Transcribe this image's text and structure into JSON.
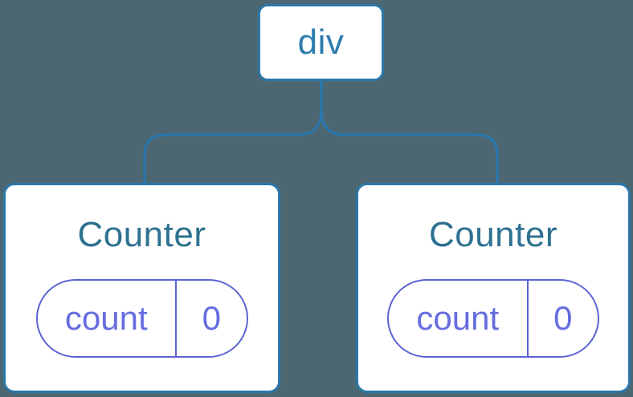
{
  "diagram": {
    "type": "component-tree",
    "root_node": {
      "label": "div"
    },
    "children": [
      {
        "title": "Counter",
        "state_key": "count",
        "state_value": "0"
      },
      {
        "title": "Counter",
        "state_key": "count",
        "state_value": "0"
      }
    ],
    "colors": {
      "background": "#4c6771",
      "node_border": "#2b77ab",
      "connector": "#2b77ab",
      "root_label": "#2f7dad",
      "component_title": "#2e7191",
      "state_pill_border": "#5c64d2",
      "state_pill_text": "#666de0",
      "card_background": "#ffffff"
    }
  }
}
